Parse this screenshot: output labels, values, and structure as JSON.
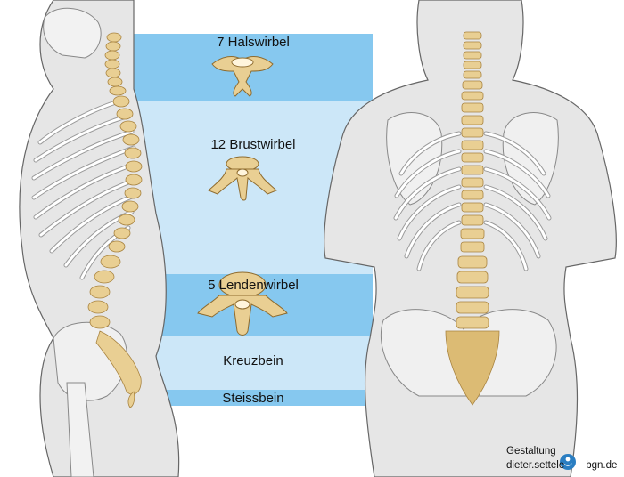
{
  "regions": [
    {
      "label": "7 Halswirbel",
      "color": "#86c8ef"
    },
    {
      "label": "12 Brustwirbel",
      "color": "#cce7f8"
    },
    {
      "label": "5 Lendenwirbel",
      "color": "#86c8ef"
    },
    {
      "label": "Kreuzbein",
      "color": "#cce7f8"
    },
    {
      "label": "Steissbein",
      "color": "#86c8ef"
    }
  ],
  "credit": {
    "line1": "Gestaltung",
    "line2": "dieter.settele",
    "line3": "bgn.de"
  },
  "colors": {
    "bone": "#e9cf93",
    "bone_shade": "#c9a55e",
    "body_fill": "#e4e4e4",
    "outline": "#555555",
    "accent_logo": "#2a7ec2"
  }
}
